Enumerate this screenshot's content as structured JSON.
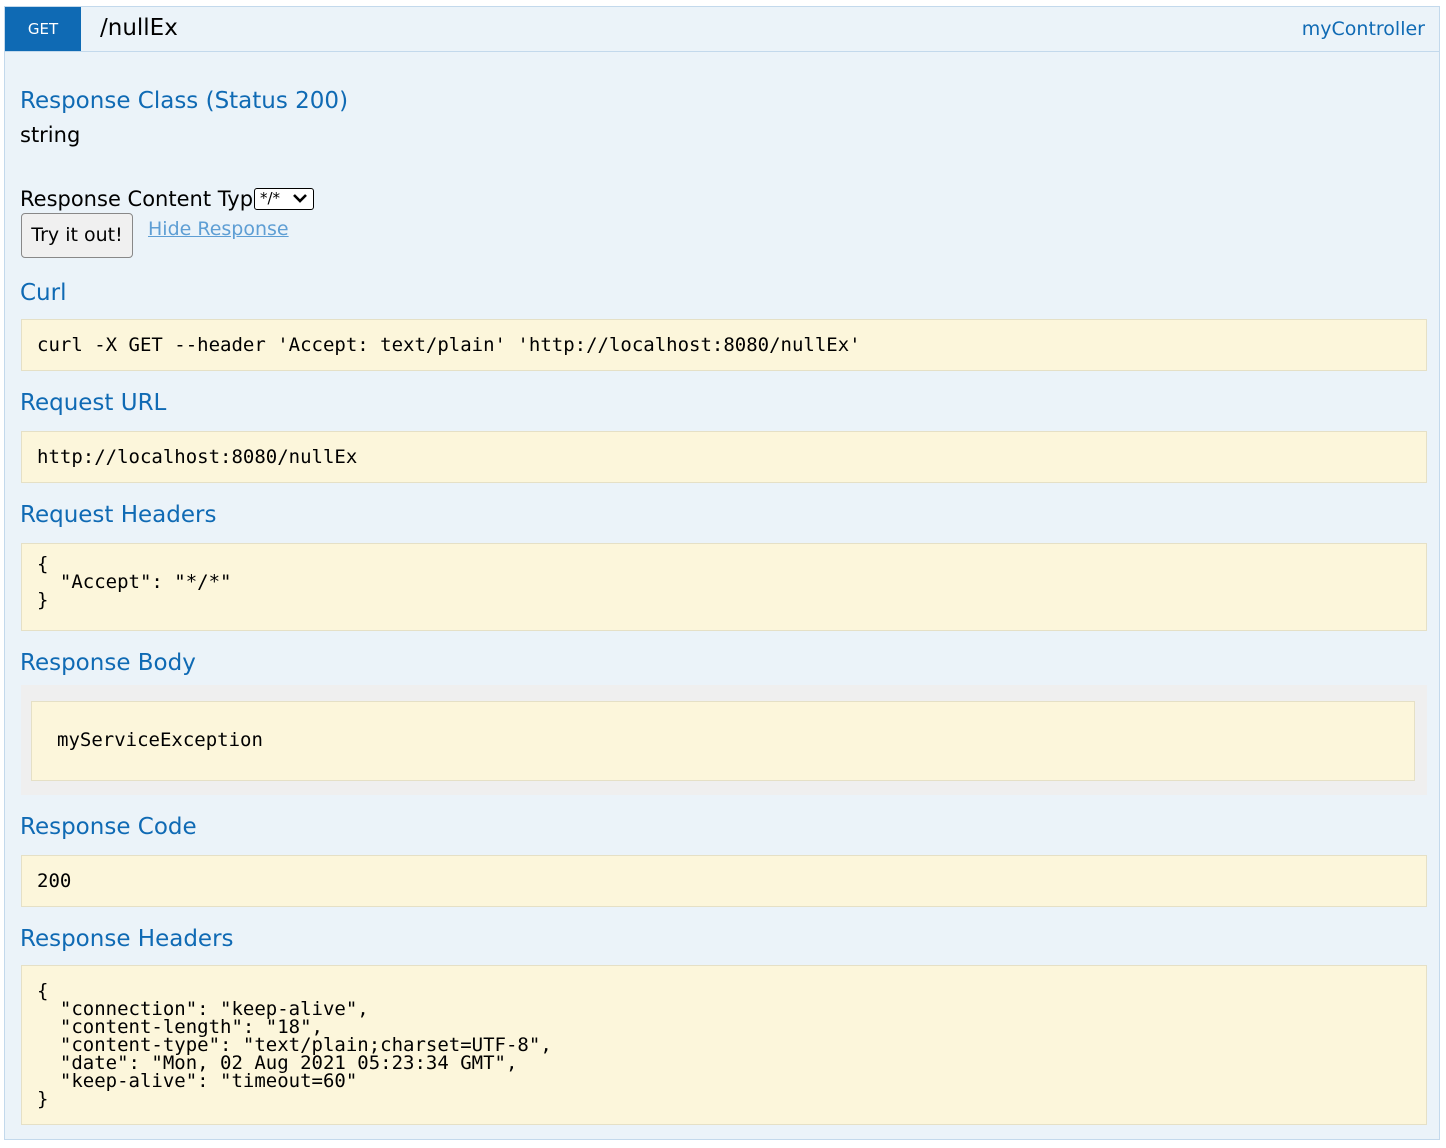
{
  "operation": {
    "method": "GET",
    "path": "/nullEx",
    "tag": "myController"
  },
  "response_class": {
    "heading": "Response Class (Status 200)",
    "type": "string"
  },
  "content_type": {
    "label": "Response Content Type",
    "selected": "*/*"
  },
  "actions": {
    "try_label": "Try it out!",
    "hide_label": "Hide Response"
  },
  "curl": {
    "heading": "Curl",
    "command": "curl -X GET --header 'Accept: text/plain' 'http://localhost:8080/nullEx'"
  },
  "request_url": {
    "heading": "Request URL",
    "value": "http://localhost:8080/nullEx"
  },
  "request_headers": {
    "heading": "Request Headers",
    "value": "{\n  \"Accept\": \"*/*\"\n}"
  },
  "response_body": {
    "heading": "Response Body",
    "value": "myServiceException"
  },
  "response_code": {
    "heading": "Response Code",
    "value": "200"
  },
  "response_headers": {
    "heading": "Response Headers",
    "value": "{\n  \"connection\": \"keep-alive\",\n  \"content-length\": \"18\",\n  \"content-type\": \"text/plain;charset=UTF-8\",\n  \"date\": \"Mon, 02 Aug 2021 05:23:34 GMT\",\n  \"keep-alive\": \"timeout=60\"\n}"
  },
  "colors": {
    "accent": "#0f6ab4",
    "panel_bg": "#ebf3f9",
    "code_bg": "#fcf6db"
  }
}
